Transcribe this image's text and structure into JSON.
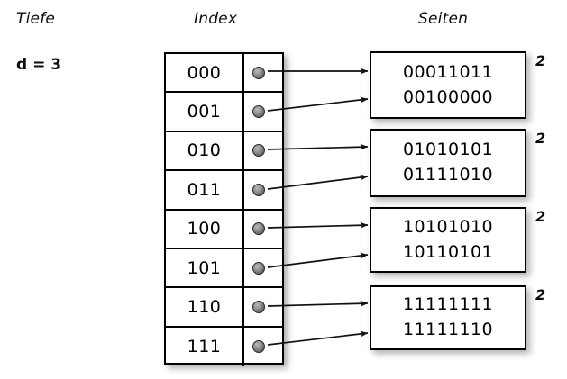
{
  "headings": {
    "depth": "Tiefe",
    "index": "Index",
    "pages": "Seiten"
  },
  "depth": {
    "label": "d = 3",
    "value": 3
  },
  "index_table": {
    "rows": [
      {
        "key": "000",
        "pointer": "bucket-dot",
        "target_page": 0
      },
      {
        "key": "001",
        "pointer": "bucket-dot",
        "target_page": 0
      },
      {
        "key": "010",
        "pointer": "bucket-dot",
        "target_page": 1
      },
      {
        "key": "011",
        "pointer": "bucket-dot",
        "target_page": 1
      },
      {
        "key": "100",
        "pointer": "bucket-dot",
        "target_page": 2
      },
      {
        "key": "101",
        "pointer": "bucket-dot",
        "target_page": 2
      },
      {
        "key": "110",
        "pointer": "bucket-dot",
        "target_page": 3
      },
      {
        "key": "111",
        "pointer": "bucket-dot",
        "target_page": 3
      }
    ]
  },
  "pages": [
    {
      "records": [
        "00011011",
        "00100000"
      ],
      "local_depth": "2"
    },
    {
      "records": [
        "01010101",
        "01111010"
      ],
      "local_depth": "2"
    },
    {
      "records": [
        "10101010",
        "10110101"
      ],
      "local_depth": "2"
    },
    {
      "records": [
        "11111111",
        "11111110"
      ],
      "local_depth": "2"
    }
  ],
  "colors": {
    "background": "#ffffff",
    "stroke": "#000000",
    "text": "#0d0d0d",
    "pointer_dot": "#6b6b6b"
  }
}
